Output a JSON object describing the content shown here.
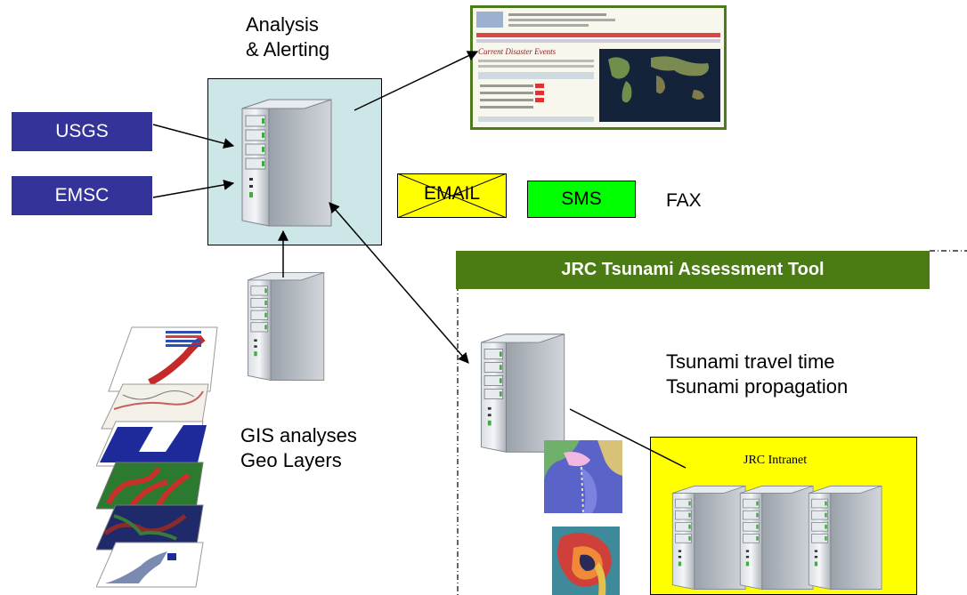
{
  "analysis": {
    "line1": "Analysis",
    "line2": "& Alerting"
  },
  "sources": [
    {
      "label": "USGS"
    },
    {
      "label": "EMSC"
    }
  ],
  "channels": {
    "email": "EMAIL",
    "sms": "SMS",
    "fax": "FAX"
  },
  "tsunami_tool": {
    "title": "JRC Tsunami Assessment Tool",
    "line1": "Tsunami travel time",
    "line2": "Tsunami propagation"
  },
  "gis": {
    "line1": "GIS analyses",
    "line2": "Geo Layers"
  },
  "intranet": {
    "label": "JRC Intranet"
  },
  "website": {
    "heading": "Current Disaster Events"
  },
  "colors": {
    "source_fill": "#33339a",
    "analysis_fill": "#cde6e8",
    "email_fill": "#ffff00",
    "sms_fill": "#00ff00",
    "jrc_bar": "#4a7c13",
    "intranet_fill": "#ffff00"
  }
}
